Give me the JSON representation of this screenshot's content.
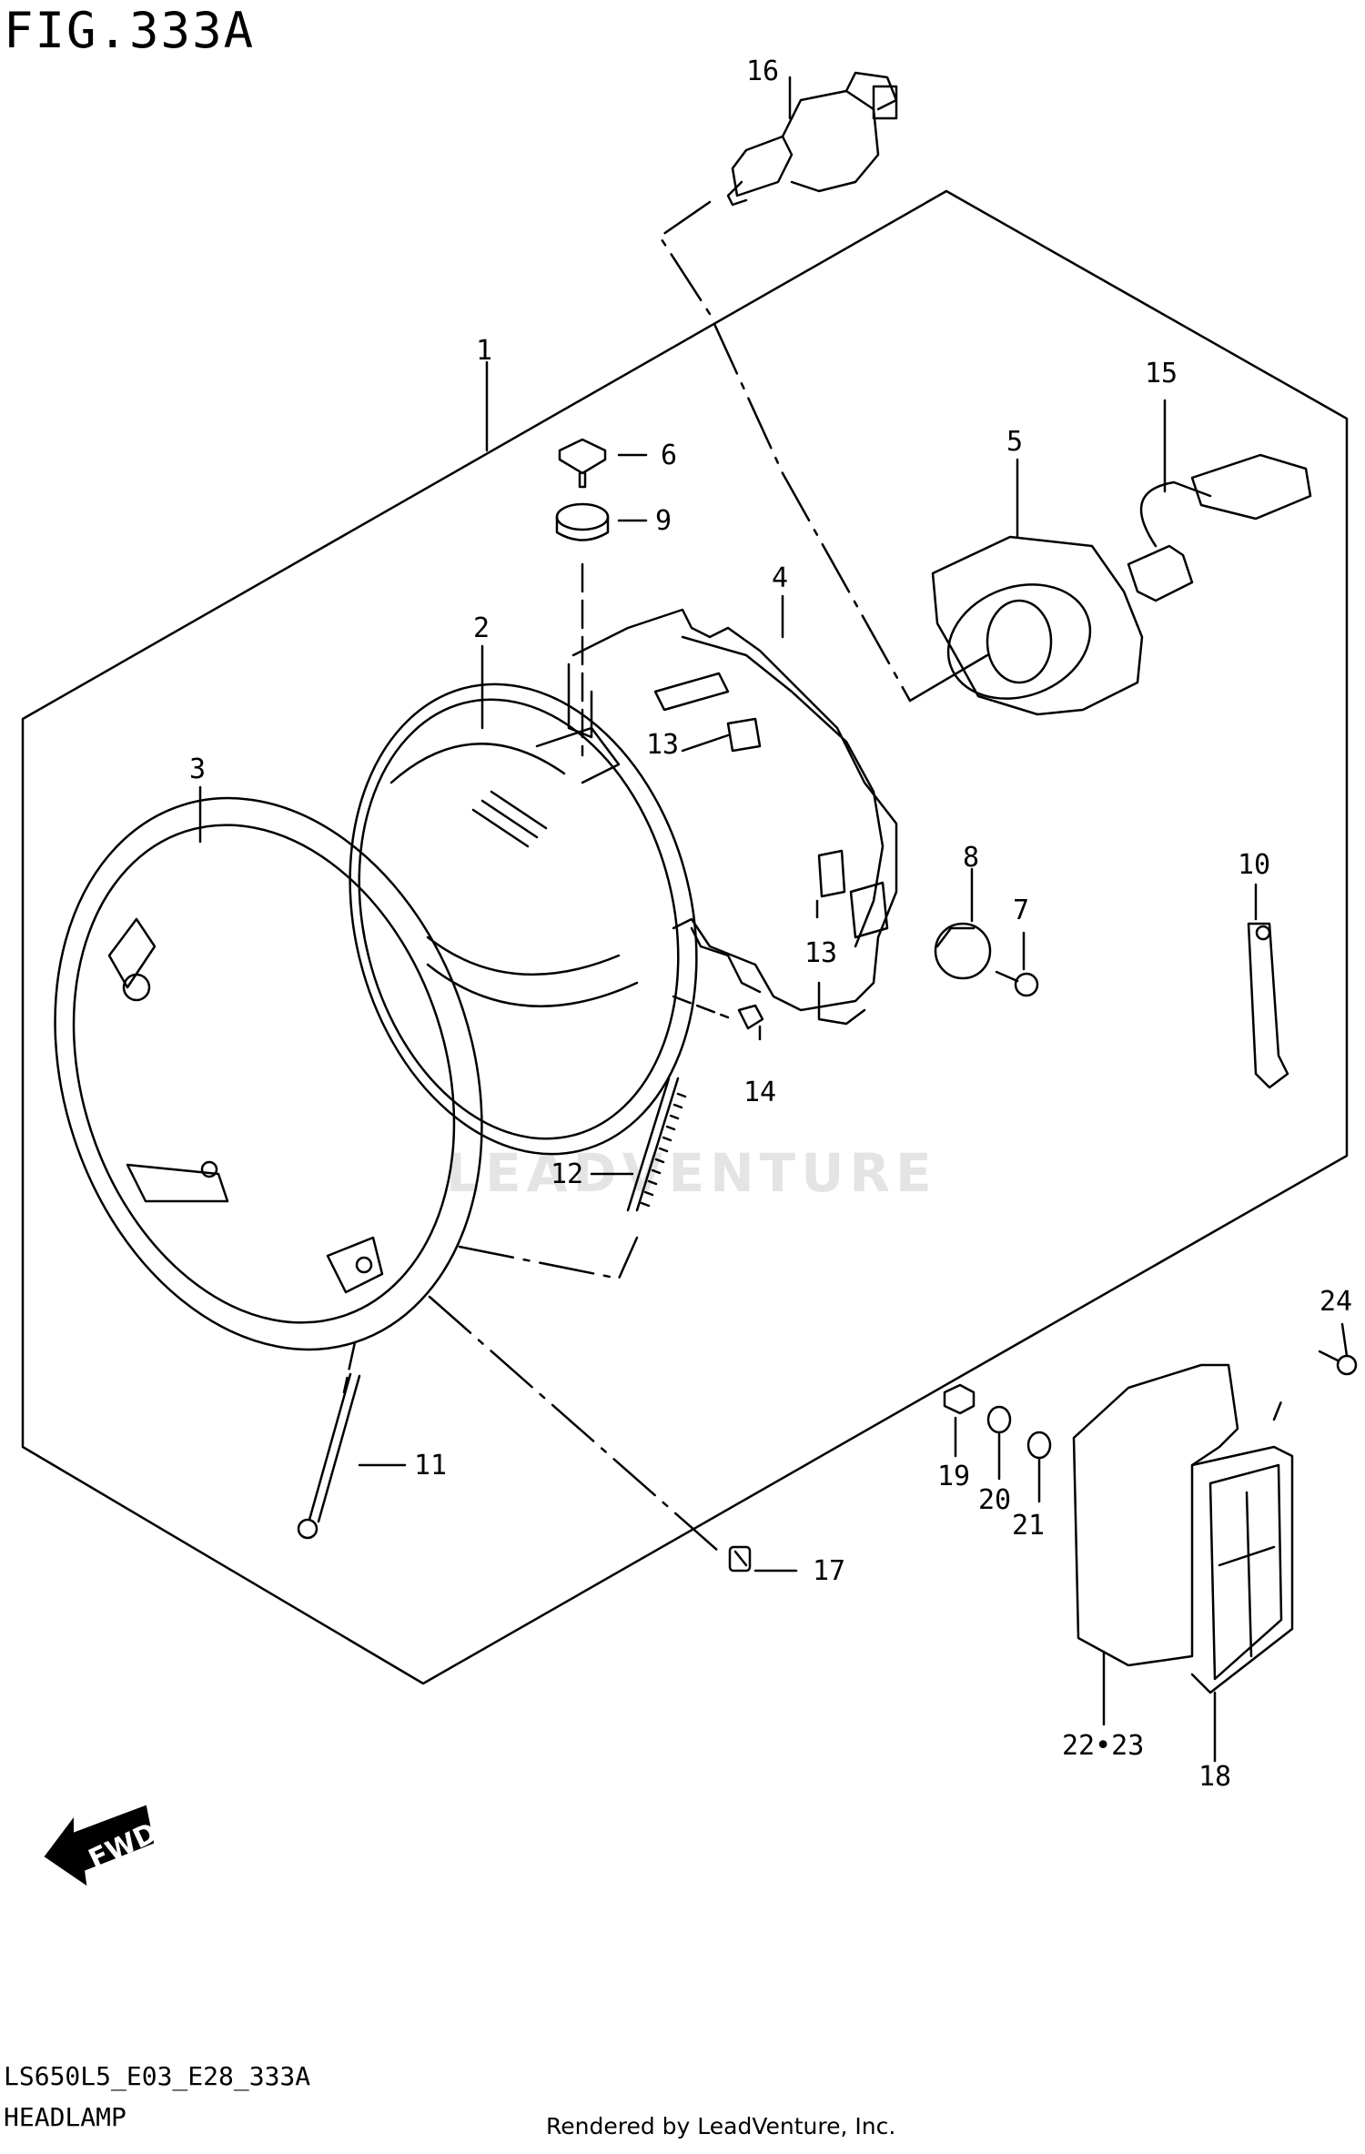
{
  "figure": {
    "title": "FIG.333A",
    "code": "LS650L5_E03_E28_333A",
    "subtitle": "HEADLAMP",
    "rendered_by": "Rendered by LeadVenture, Inc.",
    "watermark": "LEADVENTURE",
    "direction_arrow": "FWD"
  },
  "callouts": {
    "c1": "1",
    "c2": "2",
    "c3": "3",
    "c4": "4",
    "c5": "5",
    "c6": "6",
    "c7": "7",
    "c8": "8",
    "c9": "9",
    "c10": "10",
    "c11": "11",
    "c12": "12",
    "c13a": "13",
    "c13b": "13",
    "c14": "14",
    "c15": "15",
    "c16": "16",
    "c17": "17",
    "c18": "18",
    "c19": "19",
    "c20": "20",
    "c21": "21",
    "c22_23": "22•23",
    "c24": "24"
  }
}
